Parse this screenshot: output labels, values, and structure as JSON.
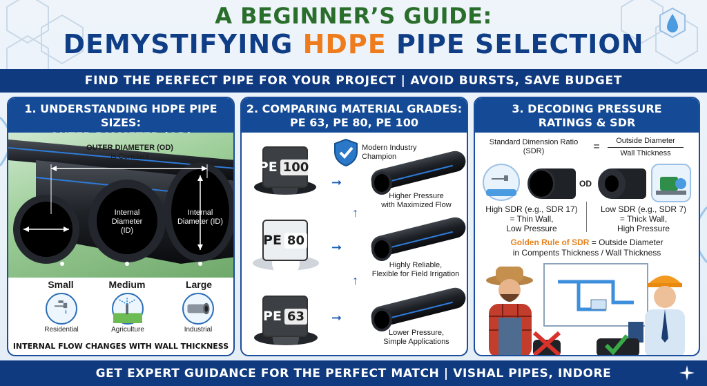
{
  "header": {
    "title_line1": "A BEGINNER’S GUIDE:",
    "title_line2_a": "DEMYSTIFYING ",
    "title_line2_b": "HDPE",
    "title_line2_c": " PIPE SELECTION",
    "subtitle": "FIND THE PERFECT PIPE FOR YOUR PROJECT | AVOID BURSTS, SAVE BUDGET"
  },
  "panel1": {
    "heading_line1": "1. UNDERSTANDING HDPE PIPE SIZES:",
    "heading_line2": "OUTER DIAMETER (OD)",
    "od_label_line1": "OUTER DIAMETER (OD)",
    "od_label_line2": "is Constant",
    "id_label_medium_line1": "Internal",
    "id_label_medium_line2": "Diameter",
    "id_label_medium_line3": "(ID)",
    "id_label_large_line1": "Internal",
    "id_label_large_line2": "Diameter (ID)",
    "sizes": [
      {
        "size": "Small",
        "use": "Residential",
        "icon": "faucet-icon"
      },
      {
        "size": "Medium",
        "use": "Agriculture",
        "icon": "sprinkler-icon"
      },
      {
        "size": "Large",
        "use": "Industrial",
        "icon": "pipe-section-icon"
      }
    ],
    "footer": "INTERNAL FLOW CHANGES WITH WALL THICKNESS"
  },
  "panel2": {
    "heading_line1": "2. COMPARING MATERIAL GRADES:",
    "heading_line2": "PE 63, PE 80, PE 100",
    "grades": [
      {
        "pe": "PE",
        "num": "100",
        "label_line1": "Higher Pressure",
        "label_line2": "with Maximized Flow"
      },
      {
        "pe": "PE",
        "num": "80",
        "label_line1": "Highly Reliable,",
        "label_line2": "Flexible for Field Irrigation"
      },
      {
        "pe": "PE",
        "num": "63",
        "label_line1": "Lower Pressure,",
        "label_line2": "Simple Applications"
      }
    ],
    "badge_line1": "Modern Industry",
    "badge_line2": "Champion"
  },
  "panel3": {
    "heading_line1": "3. DECODING PRESSURE",
    "heading_line2": "RATINGS & SDR",
    "sdr_def_line1": "Standard Dimension Ratio",
    "sdr_def_line2": "(SDR)",
    "equals": "=",
    "numerator": "Outside Diameter",
    "denominator": "Wall Thickness",
    "or_label": "OD",
    "high_line1": "High SDR (e.g., SDR 17)",
    "high_line2": "= Thin Wall,",
    "high_line3": "Low Pressure",
    "low_line1": "Low SDR (e.g., SDR 7)",
    "low_line2": "= Thick Wall,",
    "low_line3": "High Pressure",
    "golden_rule": "Golden Rule of SDR",
    "golden_rest1": " = Outside Diameter",
    "golden_line2": "in Compents Thickness / Wall Thickness"
  },
  "footer": {
    "text": "GET EXPERT GUIDANCE FOR THE PERFECT MATCH | VISHAL PIPES, INDORE"
  },
  "colors": {
    "navy": "#0f3a80",
    "panel_head": "#144a96",
    "green": "#2e8b35",
    "orange": "#ee7c1c",
    "pipe_stripe": "#2f7bd9"
  }
}
